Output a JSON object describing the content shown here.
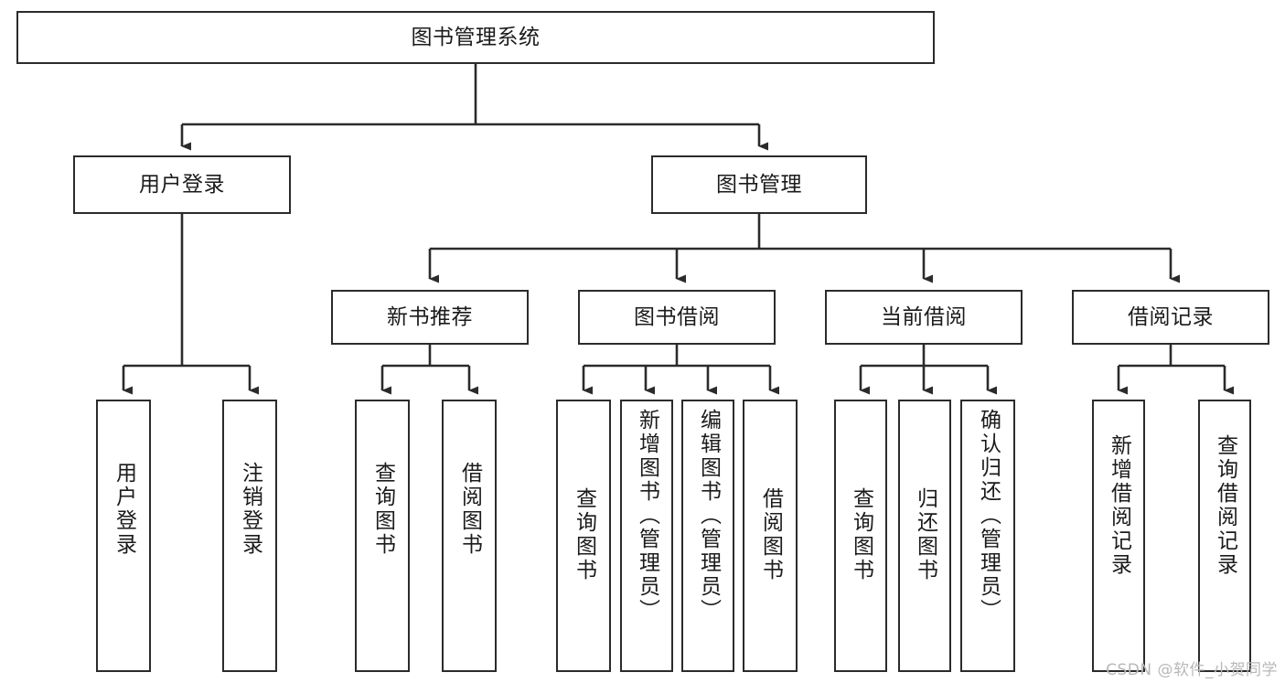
{
  "diagram": {
    "type": "tree-hierarchy-chart",
    "title": "图书管理系统",
    "stroke_color": "#2b2b2b",
    "text_color": "#1b1b1b",
    "background": "#ffffff",
    "levels": {
      "root": {
        "label": "图书管理系统"
      },
      "level2": [
        {
          "label": "用户登录"
        },
        {
          "label": "图书管理"
        }
      ],
      "level3": [
        {
          "label": "新书推荐"
        },
        {
          "label": "图书借阅"
        },
        {
          "label": "当前借阅"
        },
        {
          "label": "借阅记录"
        }
      ],
      "leaves": [
        {
          "label": "用户登录",
          "parent": "用户登录"
        },
        {
          "label": "注销登录",
          "parent": "用户登录"
        },
        {
          "label": "查询图书",
          "parent": "新书推荐"
        },
        {
          "label": "借阅图书",
          "parent": "新书推荐"
        },
        {
          "label": "查询图书",
          "parent": "图书借阅"
        },
        {
          "label": "新增图书（管理员）",
          "parent": "图书借阅"
        },
        {
          "label": "编辑图书（管理员）",
          "parent": "图书借阅"
        },
        {
          "label": "借阅图书",
          "parent": "图书借阅"
        },
        {
          "label": "查询图书",
          "parent": "当前借阅"
        },
        {
          "label": "归还图书",
          "parent": "当前借阅"
        },
        {
          "label": "确认归还（管理员）",
          "parent": "当前借阅"
        },
        {
          "label": "新增借阅记录",
          "parent": "借阅记录"
        },
        {
          "label": "查询借阅记录",
          "parent": "借阅记录"
        }
      ]
    }
  },
  "watermark": {
    "text": "CSDN @软件_小贺同学"
  }
}
